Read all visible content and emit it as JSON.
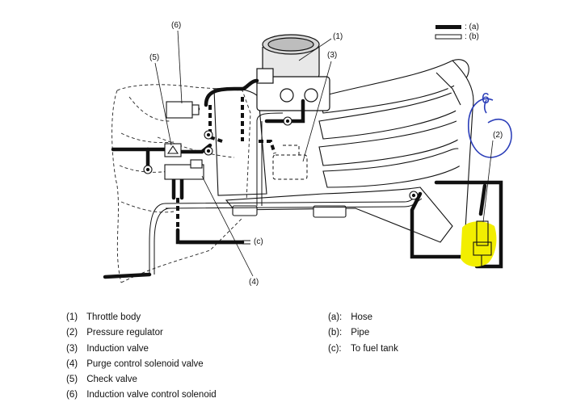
{
  "callouts": {
    "c1": "(1)",
    "c2": "(2)",
    "c3": "(3)",
    "c4": "(4)",
    "c5": "(5)",
    "c6": "(6)",
    "cc": "(c)"
  },
  "legend": {
    "hose": ": (a)",
    "pipe": ": (b)"
  },
  "parts": [
    {
      "num": "(1)",
      "name": "Throttle body"
    },
    {
      "num": "(2)",
      "name": "Pressure regulator"
    },
    {
      "num": "(3)",
      "name": "Induction valve"
    },
    {
      "num": "(4)",
      "name": "Purge control solenoid valve"
    },
    {
      "num": "(5)",
      "name": "Check valve"
    },
    {
      "num": "(6)",
      "name": "Induction valve control solenoid"
    }
  ],
  "keys": [
    {
      "num": "(a):",
      "name": "Hose"
    },
    {
      "num": "(b):",
      "name": "Pipe"
    },
    {
      "num": "(c):",
      "name": "To fuel tank"
    }
  ],
  "annotation": {
    "handwritten": "6",
    "ink_color": "#2a3db8",
    "highlight_color": "#f2ee00"
  }
}
